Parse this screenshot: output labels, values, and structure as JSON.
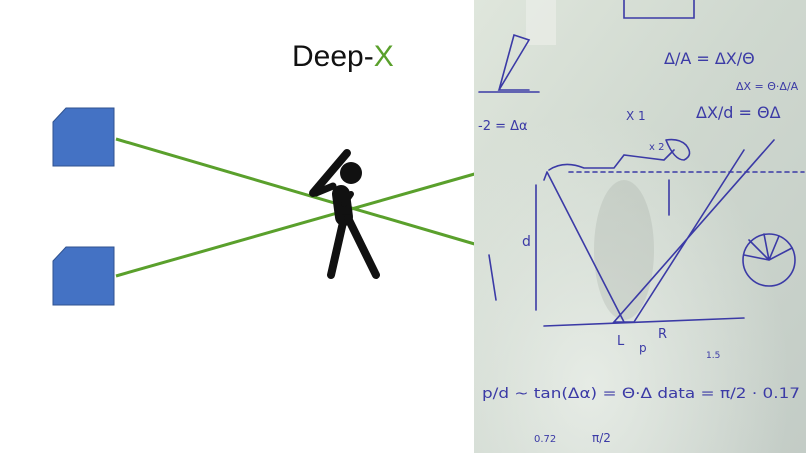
{
  "slide": {
    "title_main": "Deep-",
    "title_accent": "X",
    "colors": {
      "accent_green": "#5aa02c",
      "camera_blue": "#4472c4",
      "camera_border": "#2f528f",
      "batter_black": "#111111",
      "marker_ink": "#3b3aa6"
    }
  },
  "diagram": {
    "cameras": [
      {
        "name": "camera-top"
      },
      {
        "name": "camera-bottom"
      }
    ],
    "figure_icon": "baseball-batter-icon"
  },
  "whiteboard": {
    "notes": [
      "Δ/A = ΔX/Θ",
      "ΔX = Θ·Δ/A",
      "ΔX/d = ΘΔ",
      "X 1",
      "x 2",
      "d",
      "L",
      "R",
      "p",
      "-2 = Δα",
      "p/d ~ tan(Δα) = Θ·Δ data = π/2 · 0.17",
      "1.5",
      "0.72",
      "π/2"
    ]
  }
}
